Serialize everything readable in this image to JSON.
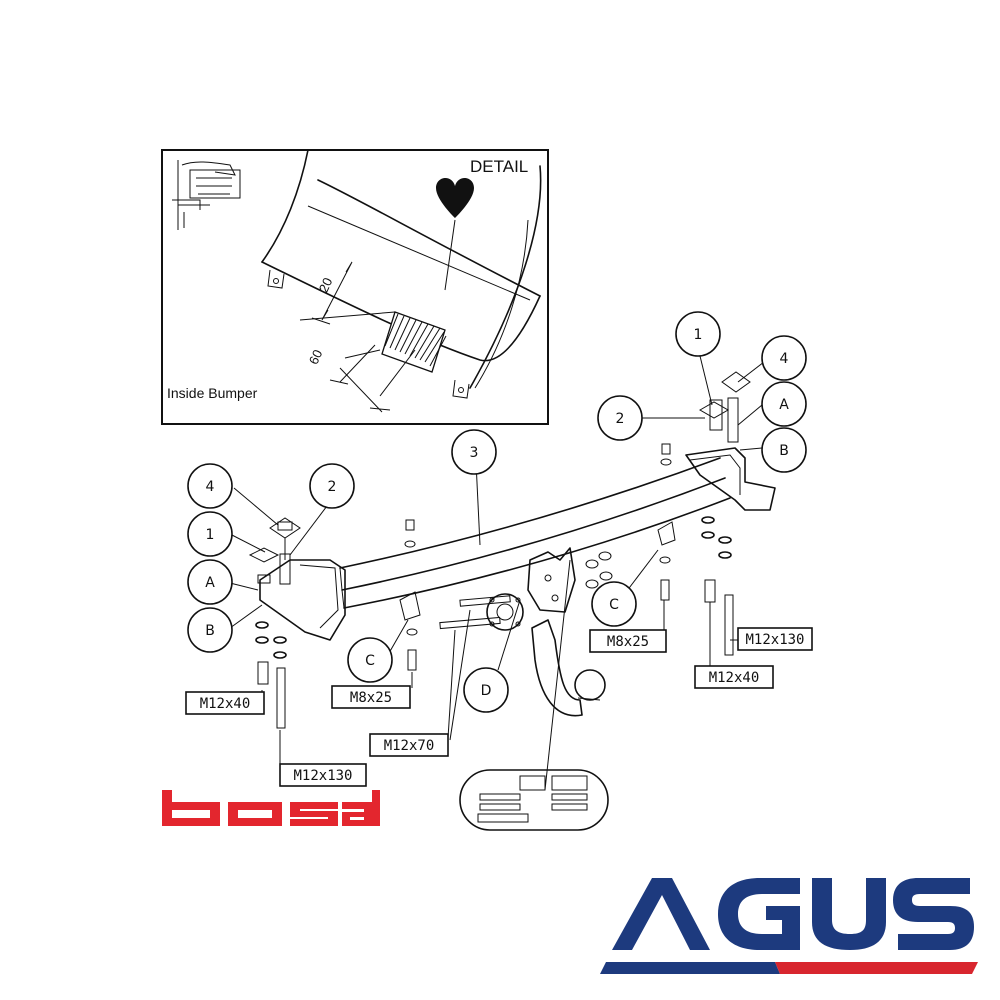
{
  "detail": {
    "title": "DETAIL",
    "caption": "Inside Bumper",
    "dim_a": "20",
    "dim_b": "60"
  },
  "callouts": {
    "c1_left": "1",
    "c2_left": "2",
    "c4_left": "4",
    "cA_left": "A",
    "cB_left": "B",
    "cC_left": "C",
    "c3": "3",
    "cD": "D",
    "cC_right": "C",
    "c1_right": "1",
    "c2_right": "2",
    "c4_right": "4",
    "cA_right": "A",
    "cB_right": "B"
  },
  "bolts": {
    "left_m12x40": "M12x40",
    "left_m12x130": "M12x130",
    "left_m8x25": "M8x25",
    "center_m12x70": "M12x70",
    "right_m8x25": "M8x25",
    "right_m12x40": "M12x40",
    "right_m12x130": "M12x130"
  },
  "logos": {
    "bosal": "bosal",
    "agus": "AGUS"
  },
  "colors": {
    "bosal_red": "#e3262e",
    "agus_blue": "#1d3a7e",
    "agus_red": "#d8262e"
  }
}
